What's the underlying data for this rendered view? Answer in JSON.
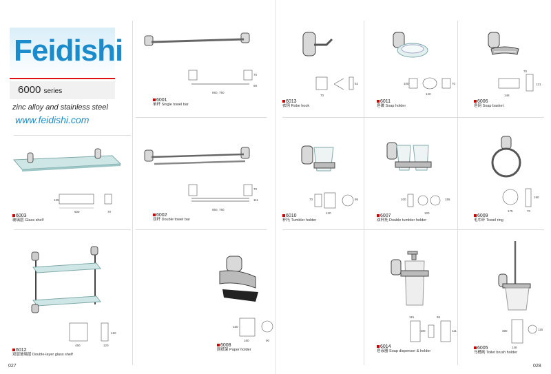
{
  "brand": {
    "logo": "Feidishi",
    "series_number": "6000",
    "series_word": "series",
    "material": "zinc alloy and stainless steel",
    "website": "www.feidishi.com"
  },
  "pages": {
    "left": "027",
    "right": "028"
  },
  "products": {
    "p6003": {
      "code": "6003",
      "name": "玻璃层 Glass shelf",
      "dims": [
        "600",
        "70",
        "135"
      ]
    },
    "p6012": {
      "code": "6012",
      "name": "双层玻璃层 Double-layer glass shelf",
      "dims": [
        "450",
        "120",
        "410"
      ]
    },
    "p6001": {
      "code": "6001",
      "name": "单杆 Single towel bar",
      "dims": [
        "650, 750",
        "70",
        "68"
      ]
    },
    "p6002": {
      "code": "6002",
      "name": "双杆 Double towel bar",
      "dims": [
        "650, 750",
        "70",
        "111"
      ]
    },
    "p6008": {
      "code": "6008",
      "name": "厕纸架 Paper holder",
      "dims": [
        "160",
        "90",
        "150"
      ]
    },
    "p6013": {
      "code": "6013",
      "name": "衣钩 Robe hook",
      "dims": [
        "70",
        "52"
      ]
    },
    "p6011": {
      "code": "6011",
      "name": "皂碟 Soap holder",
      "dims": [
        "140",
        "100",
        "70"
      ]
    },
    "p6006": {
      "code": "6006",
      "name": "皂网 Soap basket",
      "dims": [
        "148",
        "70",
        "121"
      ]
    },
    "p6010": {
      "code": "6010",
      "name": "杯托 Tumbler holder",
      "dims": [
        "120",
        "70",
        "95"
      ]
    },
    "p6007": {
      "code": "6007",
      "name": "双杯托 Double tumbler holder",
      "dims": [
        "120",
        "100",
        "155"
      ]
    },
    "p6009": {
      "code": "6009",
      "name": "毛巾环 Towel ring",
      "dims": [
        "175",
        "70",
        "190"
      ]
    },
    "p6014": {
      "code": "6014",
      "name": "皂液器 Soap dispenser & holder",
      "dims": [
        "115",
        "95",
        "100",
        "111"
      ]
    },
    "p6005": {
      "code": "6005",
      "name": "马桶刷 Toilet brush holder",
      "dims": [
        "148",
        "115",
        "380"
      ]
    }
  }
}
